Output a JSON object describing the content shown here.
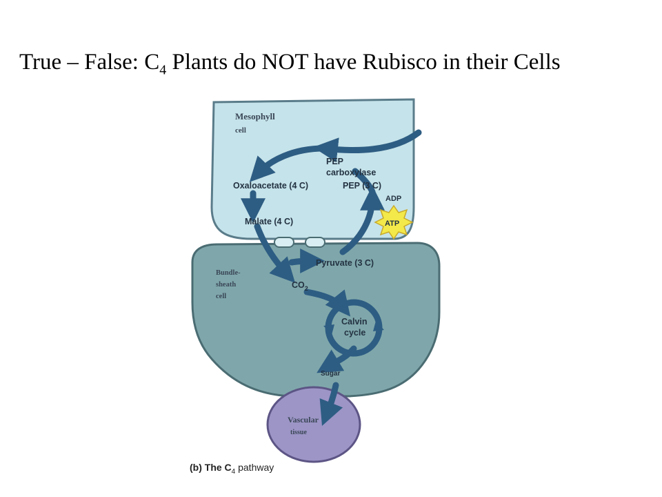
{
  "title": {
    "before": "True – False: C",
    "sub": "4",
    "after": " Plants do NOT have Rubisco in their Cells"
  },
  "labels": {
    "mesophyll_1": "Mesophyll",
    "mesophyll_2": "cell",
    "pep_carboxylase_1": "PEP",
    "pep_carboxylase_2": "carboxylase",
    "oxaloacetate": "Oxaloacetate (4 C)",
    "pep": "PEP (3 C)",
    "adp": "ADP",
    "atp": "ATP",
    "malate": "Malate (4 C)",
    "pyruvate": "Pyruvate (3 C)",
    "bundle_1": "Bundle-",
    "bundle_2": "sheath",
    "bundle_3": "cell",
    "co2": "CO",
    "co2_sub": "2",
    "calvin_1": "Calvin",
    "calvin_2": "cycle",
    "sugar": "Sugar",
    "vascular_1": "Vascular",
    "vascular_2": "tissue",
    "caption_b": "(b) The C",
    "caption_sub": "4",
    "caption_rest": " pathway"
  },
  "colors": {
    "mesophyll_fill": "#c5e3ea",
    "bundle_fill": "#7fa7ab",
    "vascular_fill": "#9c95c6",
    "arrow": "#2e5d83",
    "atp_star": "#f3e94a"
  }
}
